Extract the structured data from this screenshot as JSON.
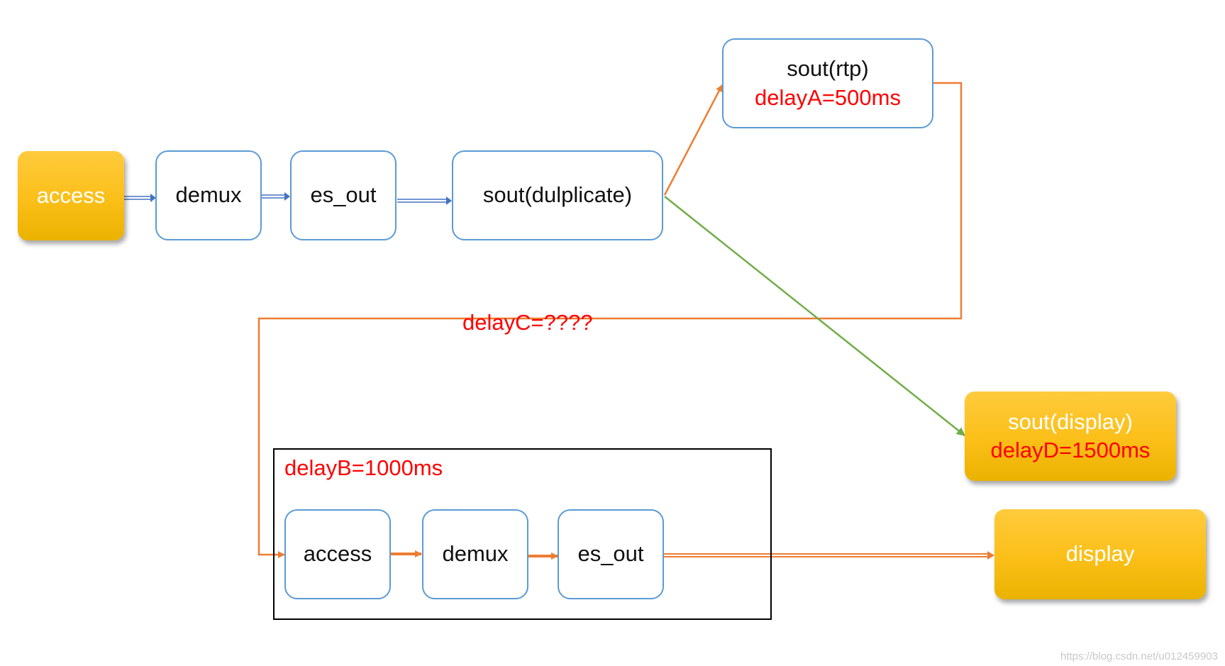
{
  "top_row": {
    "access": "access",
    "demux": "demux",
    "es_out": "es_out",
    "sout_duplicate": "sout(dulplicate)"
  },
  "sout_rtp": {
    "title": "sout(rtp)",
    "delay": "delayA=500ms"
  },
  "sout_display": {
    "title": "sout(display)",
    "delay": "delayD=1500ms"
  },
  "delay_c": "delayC=????",
  "group": {
    "delay": "delayB=1000ms",
    "access": "access",
    "demux": "demux",
    "es_out": "es_out"
  },
  "display": "display",
  "watermark": "https://blog.csdn.net/u012459903",
  "colors": {
    "node_border": "#5b9bd5",
    "gold_fill": "#fbbf18",
    "rtp_link": "#ed7d31",
    "display_link": "#70ad47",
    "top_arrows": "#4472c4",
    "delay_text": "#ff0000"
  }
}
